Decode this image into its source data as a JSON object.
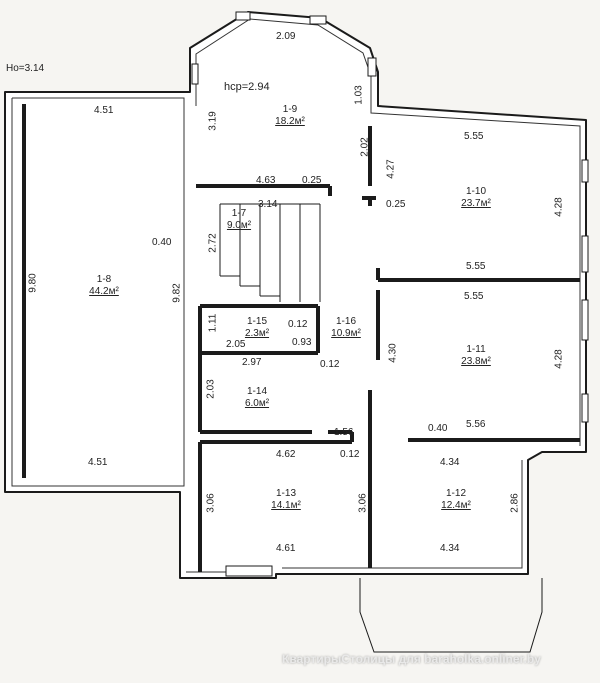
{
  "floor_height": "Ho=3.14",
  "ceiling_height": "hcp=2.94",
  "rooms": [
    {
      "id": "1-8",
      "area": "44.2м²"
    },
    {
      "id": "1-9",
      "area": "18.2м²"
    },
    {
      "id": "1-10",
      "area": "23.7м²"
    },
    {
      "id": "1-7",
      "area": "9.0м²"
    },
    {
      "id": "1-16",
      "area": "10.9м²"
    },
    {
      "id": "1-15",
      "area": "2.3м²"
    },
    {
      "id": "1-14",
      "area": "6.0м²"
    },
    {
      "id": "1-11",
      "area": "23.8м²"
    },
    {
      "id": "1-13",
      "area": "14.1м²"
    },
    {
      "id": "1-12",
      "area": "12.4м²"
    }
  ],
  "dimensions": {
    "top_bay": "2.09",
    "r9_left": "3.19",
    "r9_right": "1.03",
    "r8_top": "4.51",
    "r8_bottom": "4.51",
    "r8_left": "9.80",
    "r8_right": "9.82",
    "r8_wall": "0.40",
    "r10_top": "5.55",
    "r10_bottom": "5.55",
    "r10_right": "4.28",
    "r10_left": "4.27",
    "w_2_02": "2.02",
    "w_0_25a": "0.25",
    "w_0_25b": "0.25",
    "r7_top": "4.63",
    "r7_stair": "3.14",
    "r7_left": "2.72",
    "r15_left": "1.11",
    "r15_bottom": "2.05",
    "w_0_12a": "0.12",
    "w_0_93": "0.93",
    "r14_top": "2.97",
    "r14_left": "2.03",
    "w_0_12b": "0.12",
    "r16_side": "4.30",
    "r11_top": "5.55",
    "r11_right": "4.28",
    "r11_wall": "0.40",
    "r11_bottom": "5.56",
    "w_1_56": "1.56",
    "w_0_12c": "0.12",
    "r13_top": "4.62",
    "r13_left": "3.06",
    "r13_right": "3.06",
    "r13_bottom": "4.61",
    "r12_top": "4.34",
    "r12_right": "2.86",
    "r12_bottom": "4.34"
  },
  "watermark": "КвартирыСтолицы для baraholka.onliner.by"
}
